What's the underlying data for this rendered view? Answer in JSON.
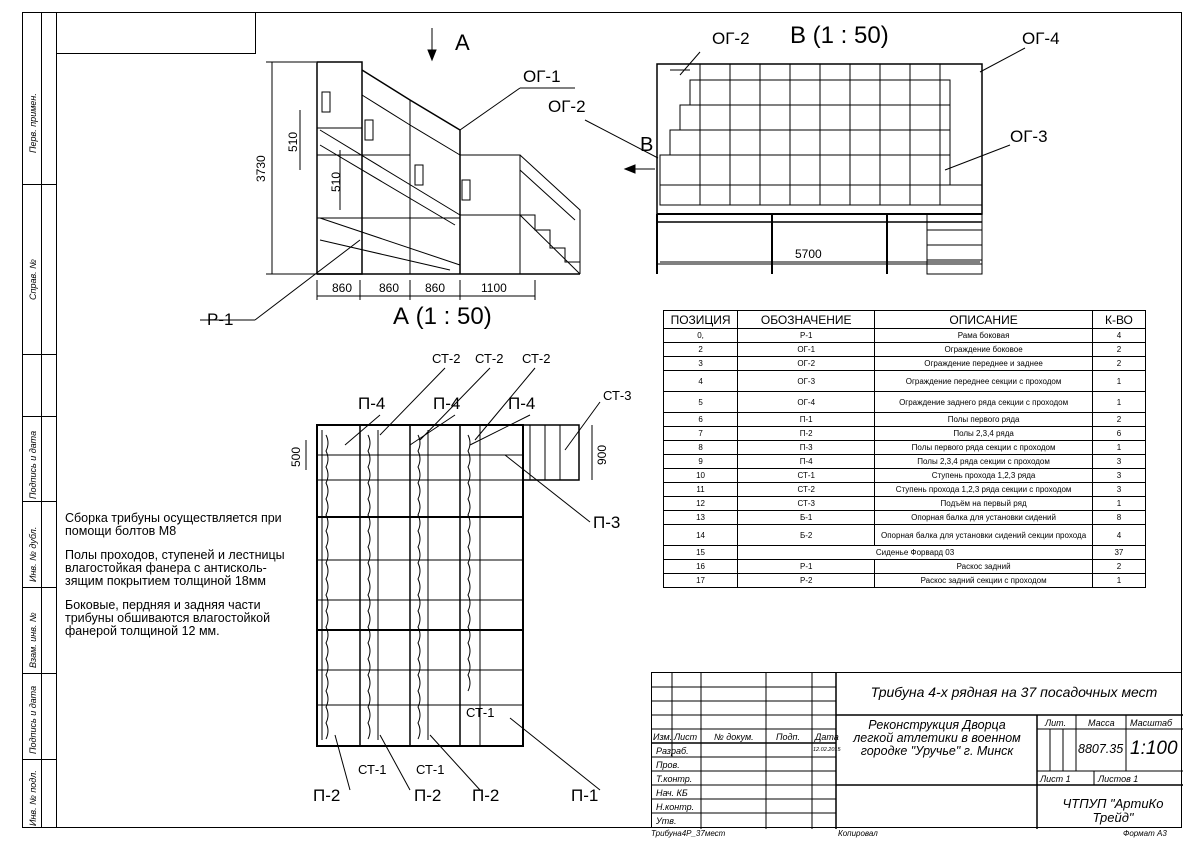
{
  "sidebar": {
    "labels": [
      "Перв. примен.",
      "Справ. №",
      "Подпись и дата",
      "Инв. № дубл.",
      "Взам. инв. №",
      "Подпись и дата",
      "Инв. № подл."
    ]
  },
  "views": {
    "a_marker": "А",
    "a_title": "А  (1 : 50)",
    "b_title": "В  (1 : 50)",
    "b_marker": "В"
  },
  "dims": {
    "height_total": "3730",
    "rise_1": "510",
    "rise_2": "510",
    "width_1": "860",
    "width_2": "860",
    "width_3": "860",
    "width_4": "1100",
    "length_total": "5700",
    "plan_row": "500",
    "plan_step": "900"
  },
  "callouts": {
    "og1": "ОГ-1",
    "og2_a": "ОГ-2",
    "og2_b": "ОГ-2",
    "og3": "ОГ-3",
    "og4": "ОГ-4",
    "p1_side": "Р-1",
    "st2_1": "СТ-2",
    "st2_2": "СТ-2",
    "st2_3": "СТ-2",
    "st3": "СТ-3",
    "p4_1": "П-4",
    "p4_2": "П-4",
    "p4_3": "П-4",
    "p3": "П-3",
    "st1_1": "СТ-1",
    "st1_2": "СТ-1",
    "st1_3": "СТ-1",
    "p2_1": "П-2",
    "p2_2": "П-2",
    "p2_3": "П-2",
    "p1_plan": "П-1"
  },
  "notes": [
    "Сборка трибуны осуществляется при помощи болтов М8",
    "Полы проходов, ступеней и лестницы влагостойкая фанера с антисколь-зящим покрытием толщиной 18мм",
    "Боковые, пердняя и задняя части трибуны обшиваются влагостойкой фанерой толщиной 12 мм."
  ],
  "spec_table": {
    "headers": [
      "ПОЗИЦИЯ",
      "ОБОЗНАЧЕНИЕ",
      "ОПИСАНИЕ",
      "К-ВО"
    ],
    "rows": [
      [
        "0,",
        "Р-1",
        "Рама боковая",
        "4"
      ],
      [
        "2",
        "ОГ-1",
        "Ограждение боковое",
        "2"
      ],
      [
        "3",
        "ОГ-2",
        "Ограждение переднее и заднее",
        "2"
      ],
      [
        "4",
        "ОГ-3",
        "Ограждение переднее секции с проходом",
        "1"
      ],
      [
        "5",
        "ОГ-4",
        "Ограждение заднего ряда секции с проходом",
        "1"
      ],
      [
        "6",
        "П-1",
        "Полы первого ряда",
        "2"
      ],
      [
        "7",
        "П-2",
        "Полы 2,3,4 ряда",
        "6"
      ],
      [
        "8",
        "П-3",
        "Полы первого ряда секции с проходом",
        "1"
      ],
      [
        "9",
        "П-4",
        "Полы 2,3,4 ряда секции с проходом",
        "3"
      ],
      [
        "10",
        "СТ-1",
        "Ступень прохода 1,2,3 ряда",
        "3"
      ],
      [
        "11",
        "СТ-2",
        "Ступень прохода 1,2,3 ряда секции с проходом",
        "3"
      ],
      [
        "12",
        "СТ-3",
        "Подъём на первый ряд",
        "1"
      ],
      [
        "13",
        "Б-1",
        "Опорная балка для установки сидений",
        "8"
      ],
      [
        "14",
        "Б-2",
        "Опорная балка для установки сидений секции прохода",
        "4"
      ],
      [
        "15",
        "Сиденье Форвард 03",
        "",
        "37"
      ],
      [
        "16",
        "Р-1",
        "Раскос задний",
        "2"
      ],
      [
        "17",
        "Р-2",
        "Раскос  задний секции с проходом",
        "1"
      ]
    ]
  },
  "stamp": {
    "title": "Трибуна 4-х рядная на 37 посадочных мест",
    "project": "Реконструкция Дворца легкой атлетики в военном городке \"Уручье\" г. Минск",
    "col_izm": "Изм.",
    "col_list": "Лист",
    "col_doc": "№ докум.",
    "col_sign": "Подп.",
    "col_date": "Дата",
    "roles": [
      "Разраб.",
      "Пров.",
      "Т.контр.",
      "Нач. КБ",
      "Н.контр.",
      "Утв."
    ],
    "date_value": "12.02.2015",
    "lit_label": "Лит.",
    "mass_label": "Масса",
    "scale_label": "Масштаб",
    "mass_value": "8807.35",
    "scale_value": "1:100",
    "sheet": "Лист 1",
    "sheets": "Листов 1",
    "company": "ЧТПУП \"АртиКо Трейд\""
  },
  "footer": {
    "file": "Трибуна4Р_37мест",
    "copied": "Копировал",
    "format": "Формат А3"
  }
}
